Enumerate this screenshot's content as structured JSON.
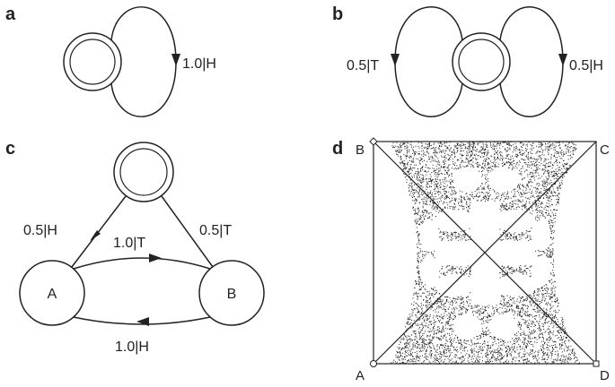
{
  "panels": {
    "a": {
      "letter": "a",
      "loop_label": "1.0|H"
    },
    "b": {
      "letter": "b",
      "left_loop_label": "0.5|T",
      "right_loop_label": "0.5|H"
    },
    "c": {
      "letter": "c",
      "node_a": "A",
      "node_b": "B",
      "edge_start_to_a": "0.5|H",
      "edge_start_to_b": "0.5|T",
      "edge_a_to_b": "1.0|T",
      "edge_b_to_a": "1.0|H"
    },
    "d": {
      "letter": "d",
      "corners": {
        "top_left": "B",
        "top_right": "C",
        "bottom_left": "A",
        "bottom_right": "D"
      }
    }
  },
  "colors": {
    "stroke": "#222222",
    "background": "#ffffff",
    "fractal": "#1a1a1a"
  }
}
